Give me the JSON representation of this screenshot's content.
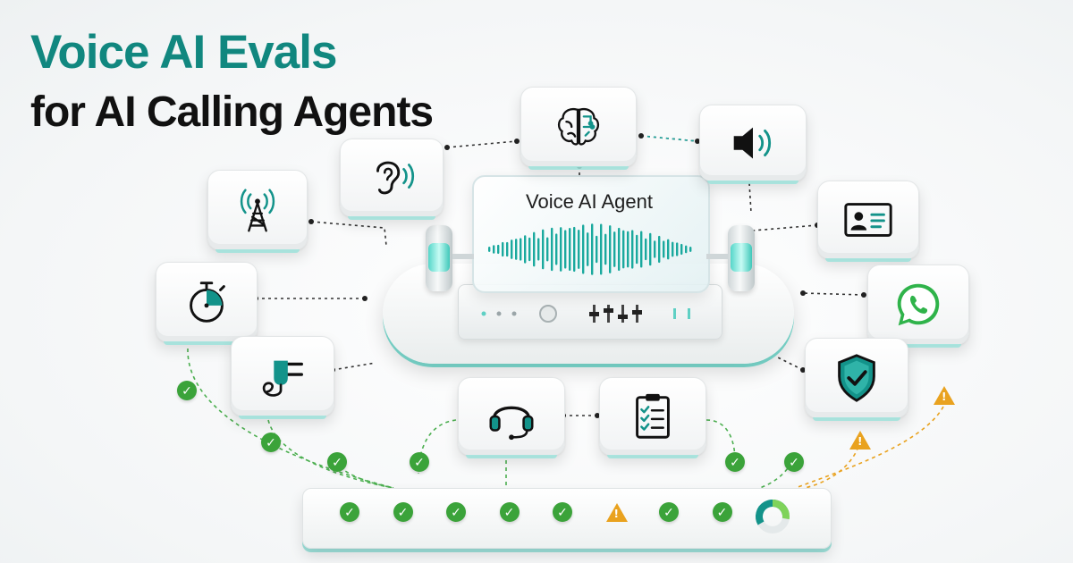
{
  "title": {
    "line1": "Voice AI Evals",
    "line2": "for AI Calling Agents"
  },
  "hub": {
    "label": "Voice AI Agent"
  },
  "colors": {
    "teal": "#11877f",
    "check": "#3ba33a",
    "warn": "#e9a21f"
  },
  "nodes": [
    {
      "id": "brain",
      "icon": "brain-icon"
    },
    {
      "id": "speaker",
      "icon": "speaker-icon"
    },
    {
      "id": "ear",
      "icon": "ear-icon"
    },
    {
      "id": "tower",
      "icon": "signal-tower-icon"
    },
    {
      "id": "id-card",
      "icon": "id-card-icon"
    },
    {
      "id": "stopwatch",
      "icon": "stopwatch-icon"
    },
    {
      "id": "whatsapp",
      "icon": "whatsapp-icon"
    },
    {
      "id": "plug",
      "icon": "power-plug-icon"
    },
    {
      "id": "shield",
      "icon": "shield-check-icon"
    },
    {
      "id": "headset",
      "icon": "headset-icon"
    },
    {
      "id": "clipboard",
      "icon": "clipboard-checklist-icon"
    }
  ],
  "results_bar": {
    "items": [
      "pass",
      "pass",
      "pass",
      "pass",
      "pass",
      "warning",
      "pass",
      "pass"
    ],
    "score_icon": "donut-progress-icon"
  }
}
